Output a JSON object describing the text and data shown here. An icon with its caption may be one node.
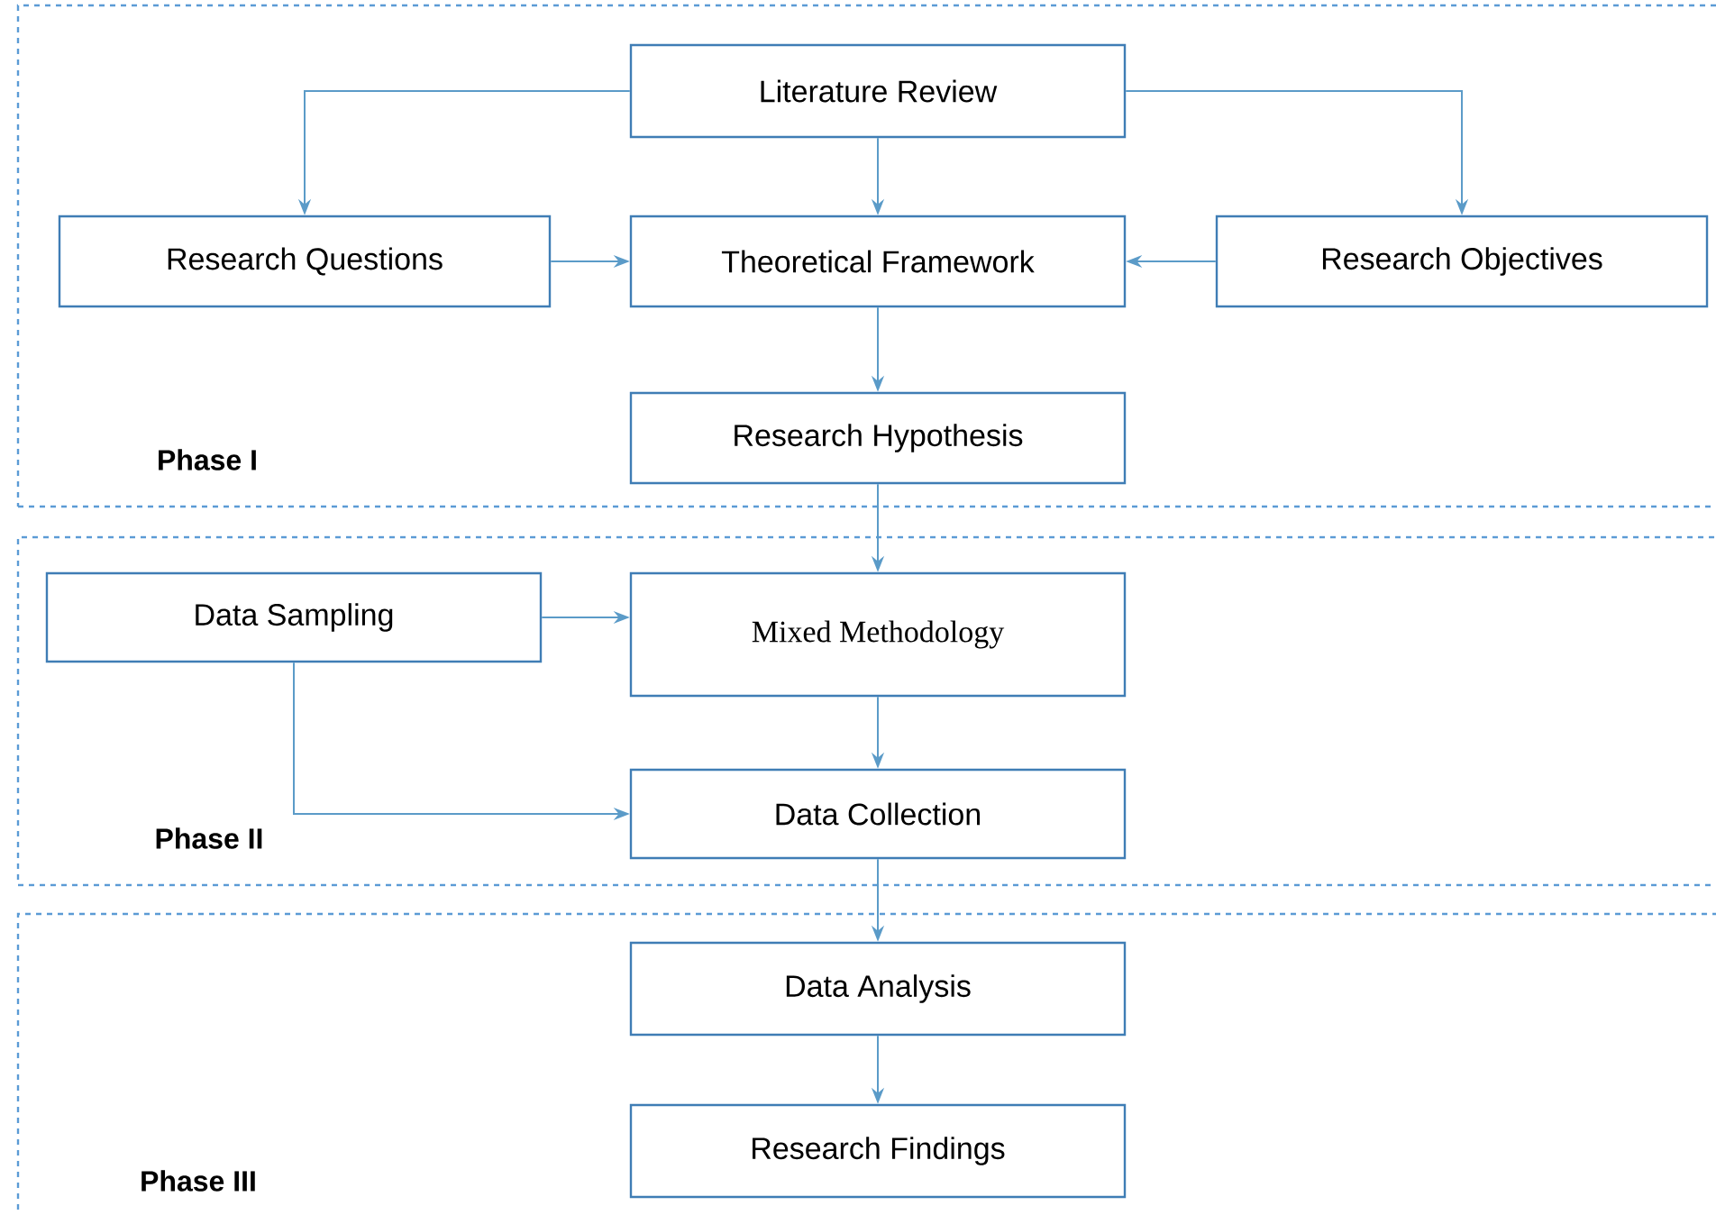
{
  "diagram": {
    "nodes": [
      {
        "text": [
          "Phase I"
        ]
      },
      {
        "text": [
          "Literature Review"
        ],
        "in": 0
      },
      {
        "text": [
          "Research Questions"
        ],
        "in": 0
      },
      {
        "text": [
          "Theoretical Framework"
        ],
        "in": 0
      },
      {
        "text": [
          "Research Objectives"
        ],
        "in": 0
      },
      {
        "text": [
          "Research Hypothesis"
        ],
        "in": 0
      },
      {
        "text": [
          "Phase II"
        ]
      },
      {
        "text": [
          "Data Sampling"
        ],
        "in": 6
      },
      {
        "text": [
          "Mixed Methodology"
        ],
        "in": 6
      },
      {
        "text": [
          "Data Collection"
        ],
        "in": 6
      },
      {
        "text": [
          "Phase III"
        ]
      },
      {
        "text": [
          "Data Analysis"
        ],
        "in": 10
      },
      {
        "text": [
          "Research Findings"
        ],
        "in": 10
      }
    ],
    "edges": [
      {
        "from": 1,
        "to": 2,
        "arrow": "to"
      },
      {
        "from": 1,
        "to": 3,
        "arrow": "to"
      },
      {
        "from": 1,
        "to": 4,
        "arrow": "to"
      },
      {
        "from": 2,
        "to": 3,
        "arrow": "to"
      },
      {
        "from": 4,
        "to": 3,
        "arrow": "to"
      },
      {
        "from": 3,
        "to": 5,
        "arrow": "to"
      },
      {
        "from": 5,
        "to": 8,
        "arrow": "to"
      },
      {
        "from": 7,
        "to": 8,
        "arrow": "to"
      },
      {
        "from": 8,
        "to": 9,
        "arrow": "to"
      },
      {
        "from": 7,
        "to": 9,
        "arrow": "to"
      },
      {
        "from": 9,
        "to": 11,
        "arrow": "to"
      },
      {
        "from": 11,
        "to": 12,
        "arrow": "to"
      }
    ]
  }
}
